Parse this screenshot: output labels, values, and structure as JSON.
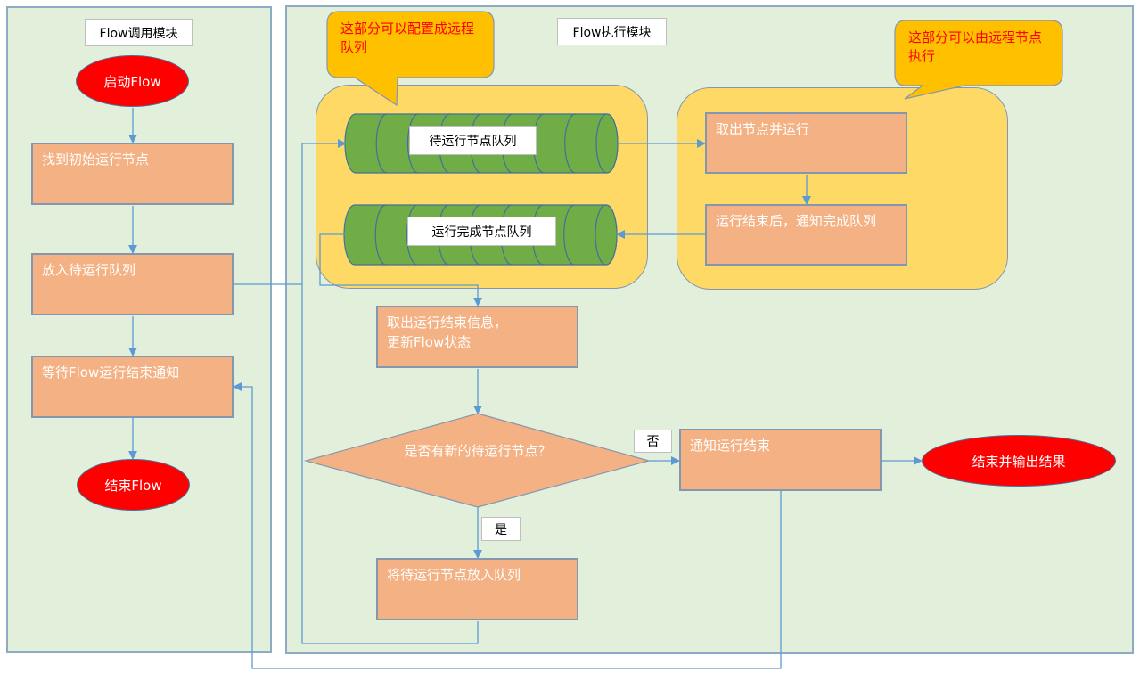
{
  "colors": {
    "module_bg": "#e2efda",
    "process_fill": "#f4b183",
    "terminal_fill": "#ff0000",
    "group_fill": "#ffd966",
    "callout_fill": "#ffc000",
    "callout_text": "#ff0000",
    "queue_fill": "#70ad47",
    "connector": "#5b9bd5"
  },
  "left_module": {
    "title": "Flow调用模块",
    "start": "启动Flow",
    "steps": [
      "找到初始运行节点",
      "放入待运行队列",
      "等待Flow运行结束通知"
    ],
    "end": "结束Flow"
  },
  "right_module": {
    "title": "Flow执行模块",
    "callouts": [
      "这部分可以配置成远程队列",
      "这部分可以由远程节点执行"
    ],
    "queues": [
      "待运行节点队列",
      "运行完成节点队列"
    ],
    "remote_steps": [
      "取出节点并运行",
      "运行结束后，通知完成队列"
    ],
    "update_step": [
      "取出运行结束信息，",
      "更新Flow状态"
    ],
    "decision": "是否有新的待运行节点？",
    "yes_label": "是",
    "no_label": "否",
    "enqueue_step": "将待运行节点放入队列",
    "notify_step": "通知运行结束",
    "end": "结束并输出结果"
  }
}
